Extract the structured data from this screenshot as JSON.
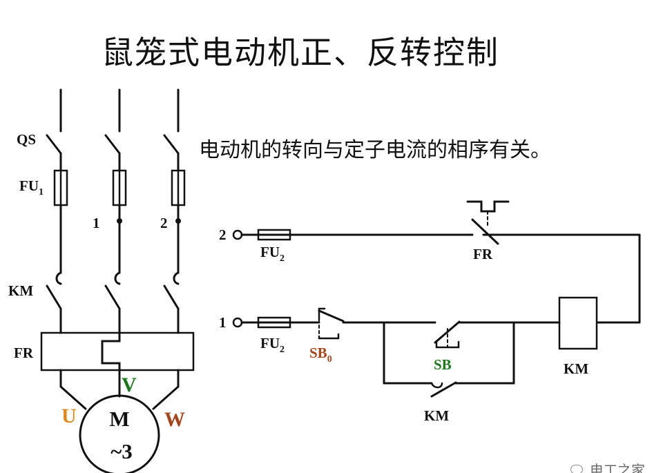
{
  "title": "鼠笼式电动机正、反转控制",
  "note": "电动机的转向与定子电流的相序有关。",
  "watermark": "电工之家",
  "colors": {
    "line": "#111111",
    "orange": "#e08a1c",
    "green": "#1a7a1a",
    "brown": "#a84418"
  },
  "main_circuit": {
    "qs": "QS",
    "fu1": "FU",
    "fu1_sub": "1",
    "node_1": "1",
    "node_2": "2",
    "km": "KM",
    "fr": "FR",
    "phase_u": "U",
    "phase_v": "V",
    "phase_w": "W",
    "motor_m": "M",
    "motor_spec": "~3"
  },
  "control_circuit": {
    "terminal_2": "2",
    "terminal_1": "1",
    "fu2_top": "FU",
    "fu2_top_sub": "2",
    "fu2_bottom": "FU",
    "fu2_bottom_sub": "2",
    "fr_contact": "FR",
    "sb0": "SB",
    "sb0_sub": "0",
    "sb": "SB",
    "km_contact": "KM",
    "km_coil": "KM"
  }
}
